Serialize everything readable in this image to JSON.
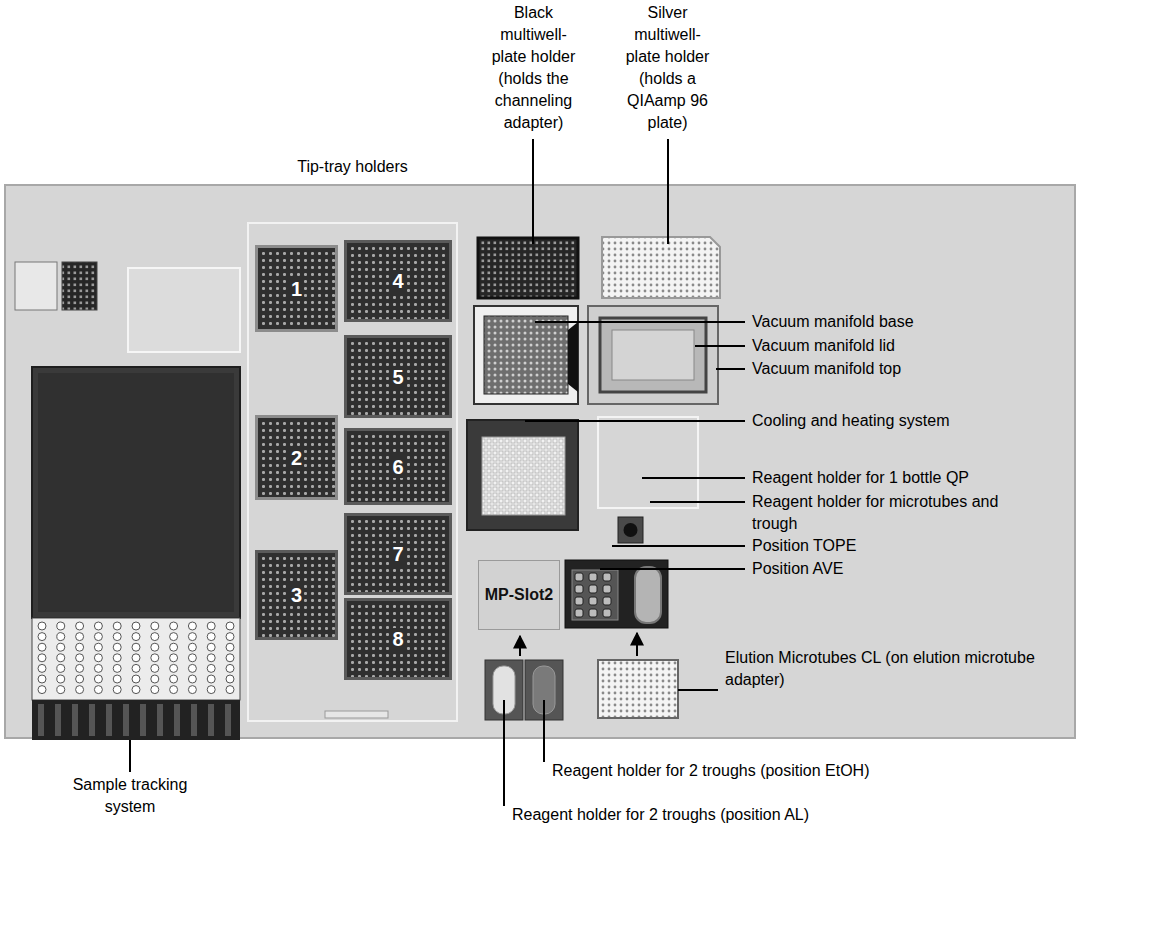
{
  "diagram": {
    "nodes": [
      {
        "text": [
          "Tip-tray holders"
        ]
      },
      {
        "text": [
          "1"
        ],
        "in": 0
      },
      {
        "text": [
          "2"
        ],
        "in": 0
      },
      {
        "text": [
          "3"
        ],
        "in": 0
      },
      {
        "text": [
          "4"
        ],
        "in": 0
      },
      {
        "text": [
          "5"
        ],
        "in": 0
      },
      {
        "text": [
          "6"
        ],
        "in": 0
      },
      {
        "text": [
          "7"
        ],
        "in": 0
      },
      {
        "text": [
          "8"
        ],
        "in": 0
      },
      {
        "text": [
          "MP-Slot2"
        ]
      }
    ],
    "labels": [
      "Black multiwell-plate holder (holds the channeling adapter)",
      "Silver multiwell-plate holder (holds a QIAamp 96 plate)",
      "Vacuum manifold base",
      "Vacuum manifold lid",
      "Vacuum manifold top",
      "Cooling and heating system",
      "Reagent holder for 1 bottle QP",
      "Reagent holder for microtubes and trough",
      "Position TOPE",
      "Position AVE",
      "Elution Microtubes CL (on elution microtube adapter)",
      "Reagent holder for 2 troughs (position EtOH)",
      "Reagent holder for 2 troughs (position AL)",
      "Sample tracking system"
    ]
  }
}
